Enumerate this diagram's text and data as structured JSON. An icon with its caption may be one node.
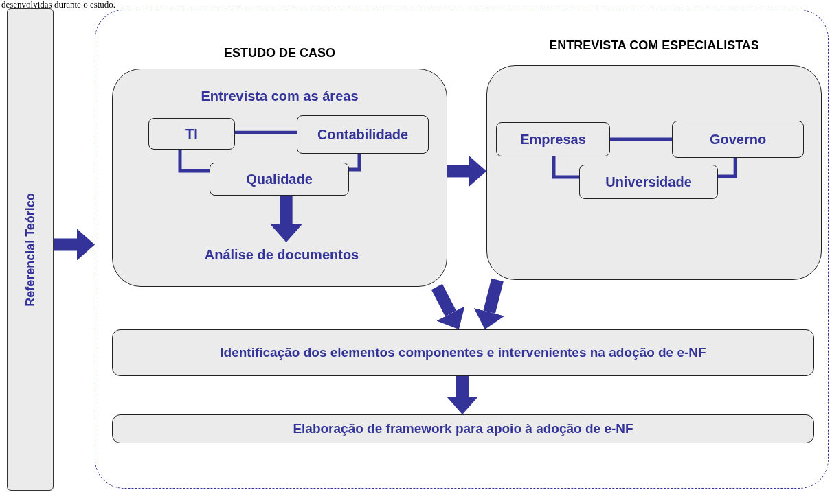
{
  "diagram": {
    "nodes": [
      {
        "text": [
          "Referencial Teórico"
        ]
      },
      {
        "text": [],
        "shape": "box"
      },
      {
        "text": [
          "ESTUDO DE CASO",
          "Entrevista com as áreas"
        ],
        "in": 1
      },
      {
        "text": [
          "TI"
        ],
        "in": 2
      },
      {
        "text": [
          "Contabilidade"
        ],
        "in": 2
      },
      {
        "text": [
          "Qualidade"
        ],
        "in": 2
      },
      {
        "text": [
          "Análise de documentos"
        ],
        "in": 2
      },
      {
        "text": [
          "ENTREVISTA COM ESPECIALISTAS"
        ],
        "in": 1
      },
      {
        "text": [
          "Empresas"
        ],
        "in": 7
      },
      {
        "text": [
          "Governo"
        ],
        "in": 7
      },
      {
        "text": [
          "Universidade"
        ],
        "in": 7
      },
      {
        "text": [
          "Identificação dos elementos componentes e intervenientes na adoção de e-NF"
        ],
        "in": 1
      },
      {
        "text": [
          "Elaboração de framework para apoio à adoção de e-NF"
        ],
        "in": 1
      }
    ],
    "edges": [
      {
        "from": 0,
        "to": 1,
        "arrow": "to",
        "style": "thick"
      },
      {
        "from": 3,
        "to": 4,
        "arrow": "none"
      },
      {
        "from": 3,
        "to": 5,
        "arrow": "none"
      },
      {
        "from": 4,
        "to": 5,
        "arrow": "none"
      },
      {
        "from": 5,
        "to": 6,
        "arrow": "to",
        "style": "thick"
      },
      {
        "from": 2,
        "to": 7,
        "arrow": "to",
        "style": "thick"
      },
      {
        "from": 8,
        "to": 9,
        "arrow": "none"
      },
      {
        "from": 8,
        "to": 10,
        "arrow": "none"
      },
      {
        "from": 9,
        "to": 10,
        "arrow": "none"
      },
      {
        "from": 2,
        "to": 11,
        "arrow": "to",
        "style": "thick"
      },
      {
        "from": 7,
        "to": 11,
        "arrow": "to",
        "style": "thick"
      },
      {
        "from": 11,
        "to": 12,
        "arrow": "to",
        "style": "thick"
      }
    ],
    "labels": [
      "desenvolvidas durante o estudo."
    ]
  }
}
